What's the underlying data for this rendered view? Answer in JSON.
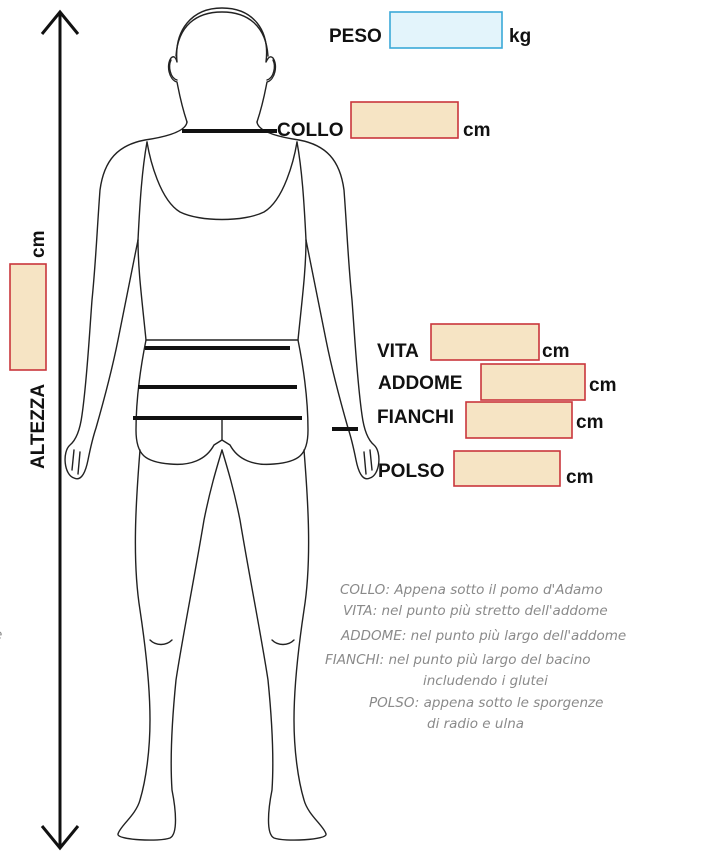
{
  "height": {
    "label": "ALTEZZA",
    "unit": "cm"
  },
  "weight": {
    "label": "PESO",
    "unit": "kg"
  },
  "fields": [
    {
      "id": "collo",
      "label": "COLLO",
      "unit": "cm"
    },
    {
      "id": "vita",
      "label": "VITA",
      "unit": "cm"
    },
    {
      "id": "addome",
      "label": "ADDOME",
      "unit": "cm"
    },
    {
      "id": "fianchi",
      "label": "FIANCHI",
      "unit": "cm"
    },
    {
      "id": "polso",
      "label": "POLSO",
      "unit": "cm"
    }
  ],
  "notes": [
    "COLLO: Appena sotto il pomo d'Adamo",
    "VITA: nel punto più stretto dell'addome",
    "ADDOME: nel punto più largo dell'addome",
    "FIANCHI: nel punto più largo del bacino",
    "includendo i glutei",
    "POLSO: appena sotto le sporgenze",
    "di radio e ulna"
  ],
  "colors": {
    "weight_fill": "#e3f4fb",
    "weight_border": "#3aa8d8",
    "field_fill": "#f6e4c4",
    "field_border": "#c9363c",
    "note_text": "#8a8a8a"
  }
}
